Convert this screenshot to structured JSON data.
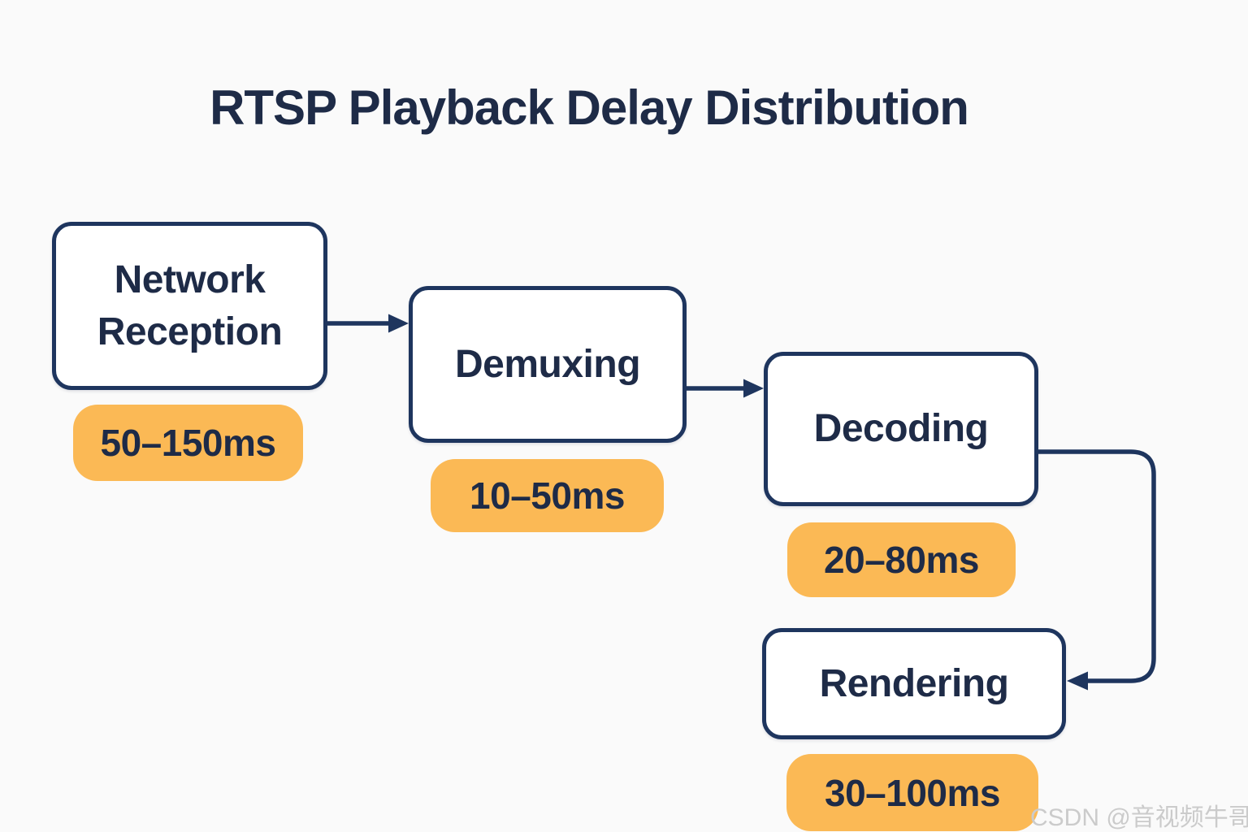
{
  "title": "RTSP Playback Delay Distribution",
  "nodes": [
    {
      "label": "Network Reception",
      "delay": "50–150ms"
    },
    {
      "label": "Demuxing",
      "delay": "10–50ms"
    },
    {
      "label": "Decoding",
      "delay": "20–80ms"
    },
    {
      "label": "Rendering",
      "delay": "30–100ms"
    }
  ],
  "flow": [
    "Network Reception → Demuxing",
    "Demuxing → Decoding",
    "Decoding → Rendering"
  ],
  "watermark": "CSDN @音视频牛哥",
  "colors": {
    "navy_line": "#1e355e",
    "text_dark": "#1e2b47",
    "badge_bg": "#fbb955",
    "box_bg": "#ffffff",
    "page_bg": "#fafafa",
    "watermark_gray": "#cbcbcb"
  }
}
